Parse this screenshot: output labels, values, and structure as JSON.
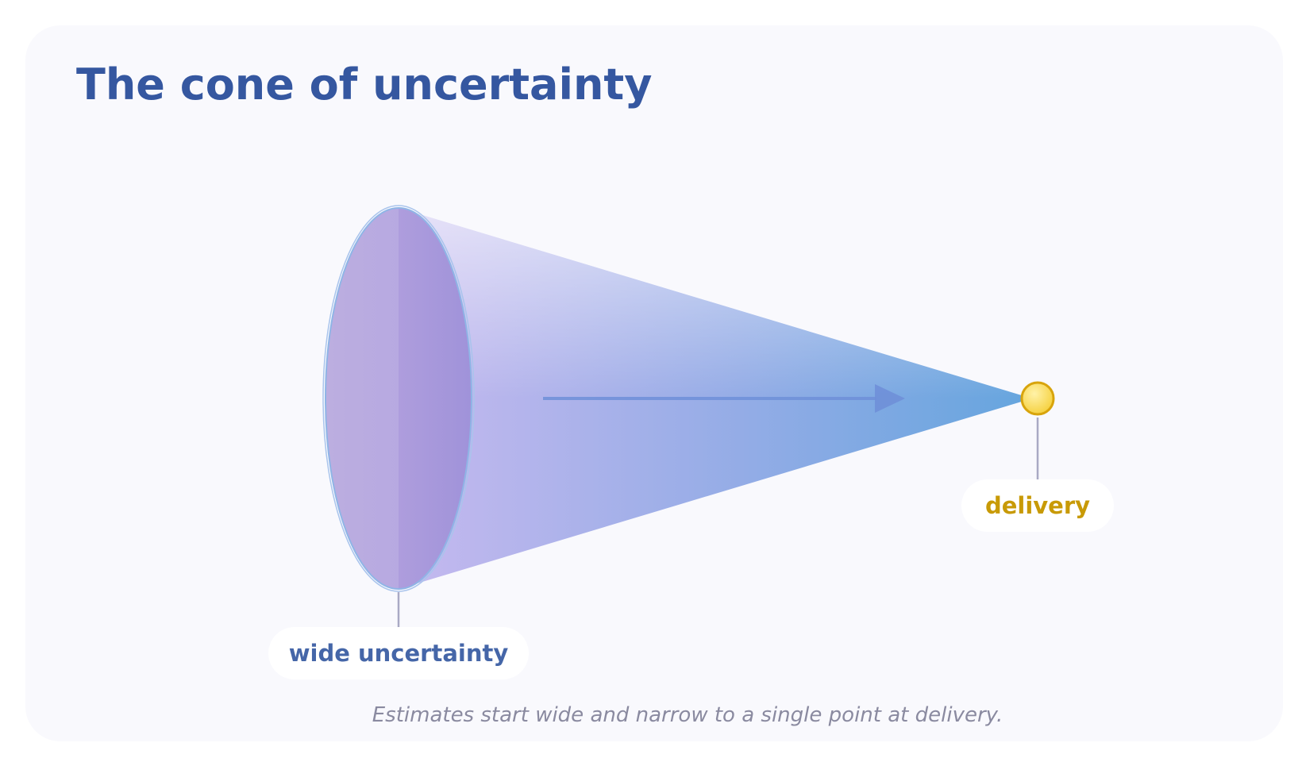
{
  "title": "The cone of uncertainty",
  "labels": {
    "start": "wide uncertainty",
    "end": "delivery"
  },
  "caption": "Estimates start wide and narrow to a single point at delivery.",
  "colors": {
    "title": "#3557a0",
    "start_label": "#4566a8",
    "end_label": "#c89a06",
    "cone_wide": "#c3b5ee",
    "cone_narrow": "#69a5de",
    "point_fill": "#f9d64a",
    "point_stroke": "#d8a40c",
    "arrow": "#6f8fd8",
    "caption": "#8a8aa0"
  },
  "icons": {
    "end_point": "yellow-circle-icon",
    "direction": "right-arrow-icon"
  }
}
